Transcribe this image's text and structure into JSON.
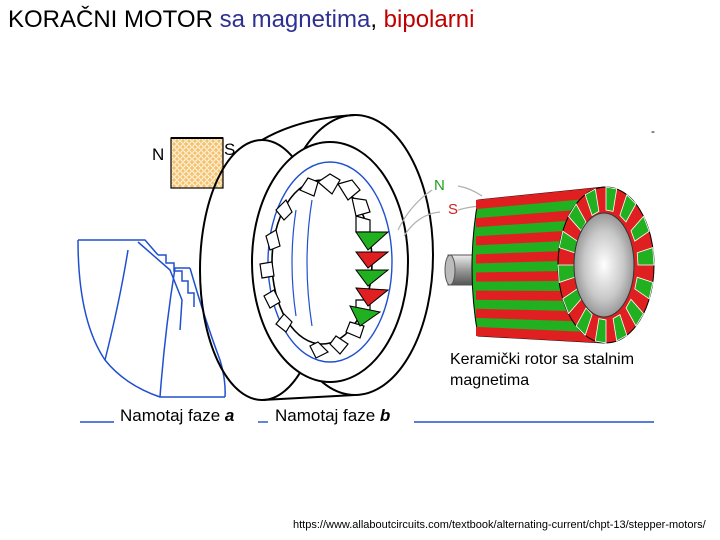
{
  "title": {
    "part1": "KORAČNI MOTOR",
    "part2": "sa magnetima",
    "part3": ",",
    "part4": "bipolarni"
  },
  "magnet_labels": {
    "n": "N",
    "s": "S"
  },
  "rotor_pole_labels": {
    "n": "N",
    "s": "S"
  },
  "rotor_caption": "Keramički rotor sa stalnim magnetima",
  "winding_a": {
    "text": "Namotaj faze ",
    "phase": "a"
  },
  "winding_b": {
    "text": "Namotaj faze ",
    "phase": "b"
  },
  "source_url": "https://www.allaboutcircuits.com/textbook/alternating-current/chpt-13/stepper-motors/",
  "corner_mark": "-",
  "colors": {
    "title_black": "#000000",
    "title_blue": "#2e3192",
    "title_red": "#c00000",
    "rotor_red": "#e02020",
    "rotor_green": "#20b020",
    "coil_blue": "#2050d0"
  }
}
